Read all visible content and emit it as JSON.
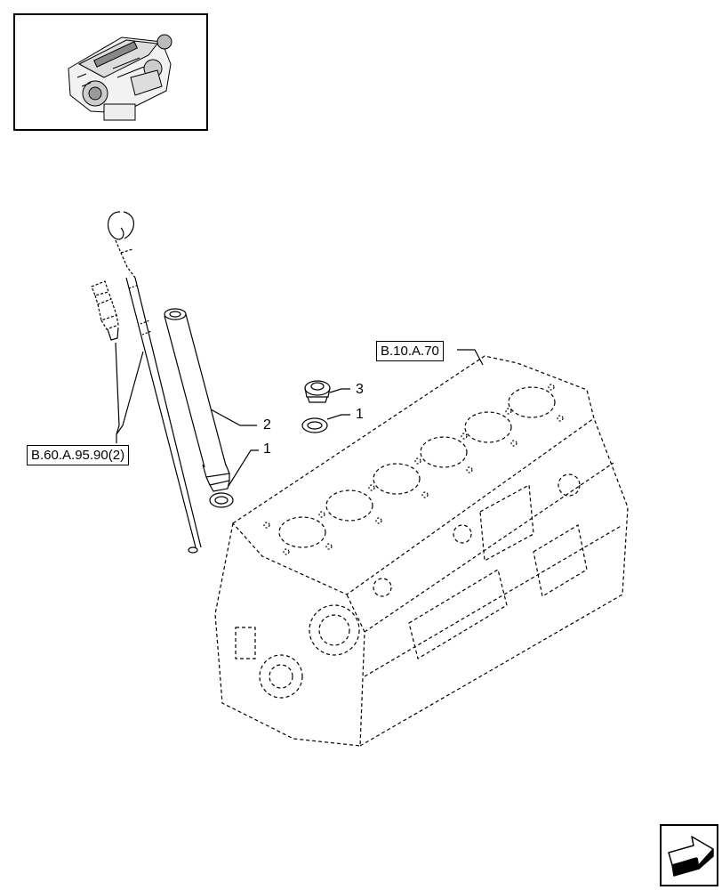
{
  "thumbnail": {
    "icon": "engine-assembly-icon"
  },
  "references": {
    "dipstick_group": "B.60.A.95.90(2)",
    "engine_block_group": "B.10.A.70"
  },
  "callouts": {
    "guide_tube": "2",
    "lower_washer": "1",
    "plug": "3",
    "plug_washer": "1"
  },
  "navigation": {
    "icon": "next-page-arrow-icon"
  },
  "colors": {
    "line": "#000000",
    "background": "#ffffff"
  }
}
